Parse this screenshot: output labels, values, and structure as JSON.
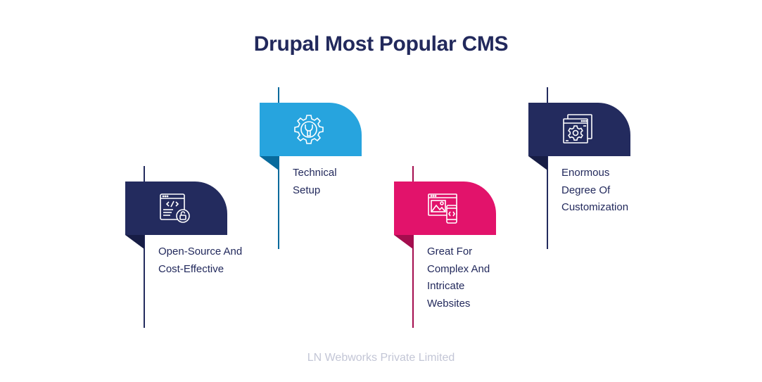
{
  "title": "Drupal Most Popular CMS",
  "footer": "LN Webworks Private Limited",
  "colors": {
    "navy": "#232b5e",
    "navy_fold": "#171d45",
    "blue": "#27a4de",
    "blue_fold": "#086a9c",
    "pink": "#e2136b",
    "pink_fold": "#a40d4e",
    "text": "#22295c",
    "footer_text": "#c3c6d6"
  },
  "cards": [
    {
      "icon": "code-window-lock-icon",
      "color": "navy",
      "lines": [
        "Open-Source And",
        "Cost-Effective"
      ]
    },
    {
      "icon": "gear-wrench-icon",
      "color": "blue",
      "lines": [
        "Technical",
        "Setup"
      ]
    },
    {
      "icon": "web-mobile-code-icon",
      "color": "pink",
      "lines": [
        "Great For",
        "Complex And",
        "Intricate",
        "Websites"
      ]
    },
    {
      "icon": "window-gear-icon",
      "color": "navy",
      "lines": [
        "Enormous",
        "Degree Of",
        "Customization"
      ]
    }
  ]
}
